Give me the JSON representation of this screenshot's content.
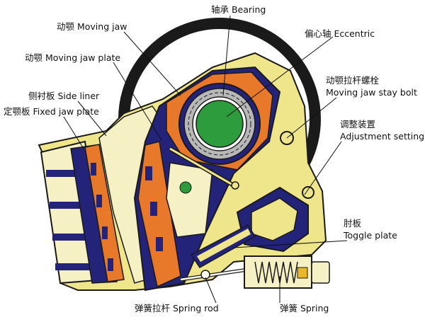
{
  "labels": {
    "bearing": "轴承 Bearing",
    "moving_jaw": "动颚 Moving jaw",
    "eccentric": "偏心轴 Eccentric",
    "moving_jaw_plate": "动颚 Moving jaw plate",
    "stay_bolt_cn": "动颚拉杆螺栓",
    "stay_bolt_en": "Moving jaw stay bolt",
    "side_liner": "侧衬板 Side liner",
    "fixed_jaw_plate": "定颚板 Fixed jaw plate",
    "adjustment_cn": "调整装置",
    "adjustment_en": "Adjustment setting",
    "toggle_cn": "肘板",
    "toggle_en": "Toggle plate",
    "spring_rod": "弹簧拉杆 Spring rod",
    "spring": "弹簧 Spring"
  },
  "colors": {
    "frame_black": "#1a1a1a",
    "machine_yellow": "#efe58a",
    "cream": "#f6f1c4",
    "orange_liner": "#e8782a",
    "navy": "#23237a",
    "bearing_gray": "#b8b8b8",
    "eccentric_green": "#2c9c3c",
    "leader_line": "#111111"
  }
}
